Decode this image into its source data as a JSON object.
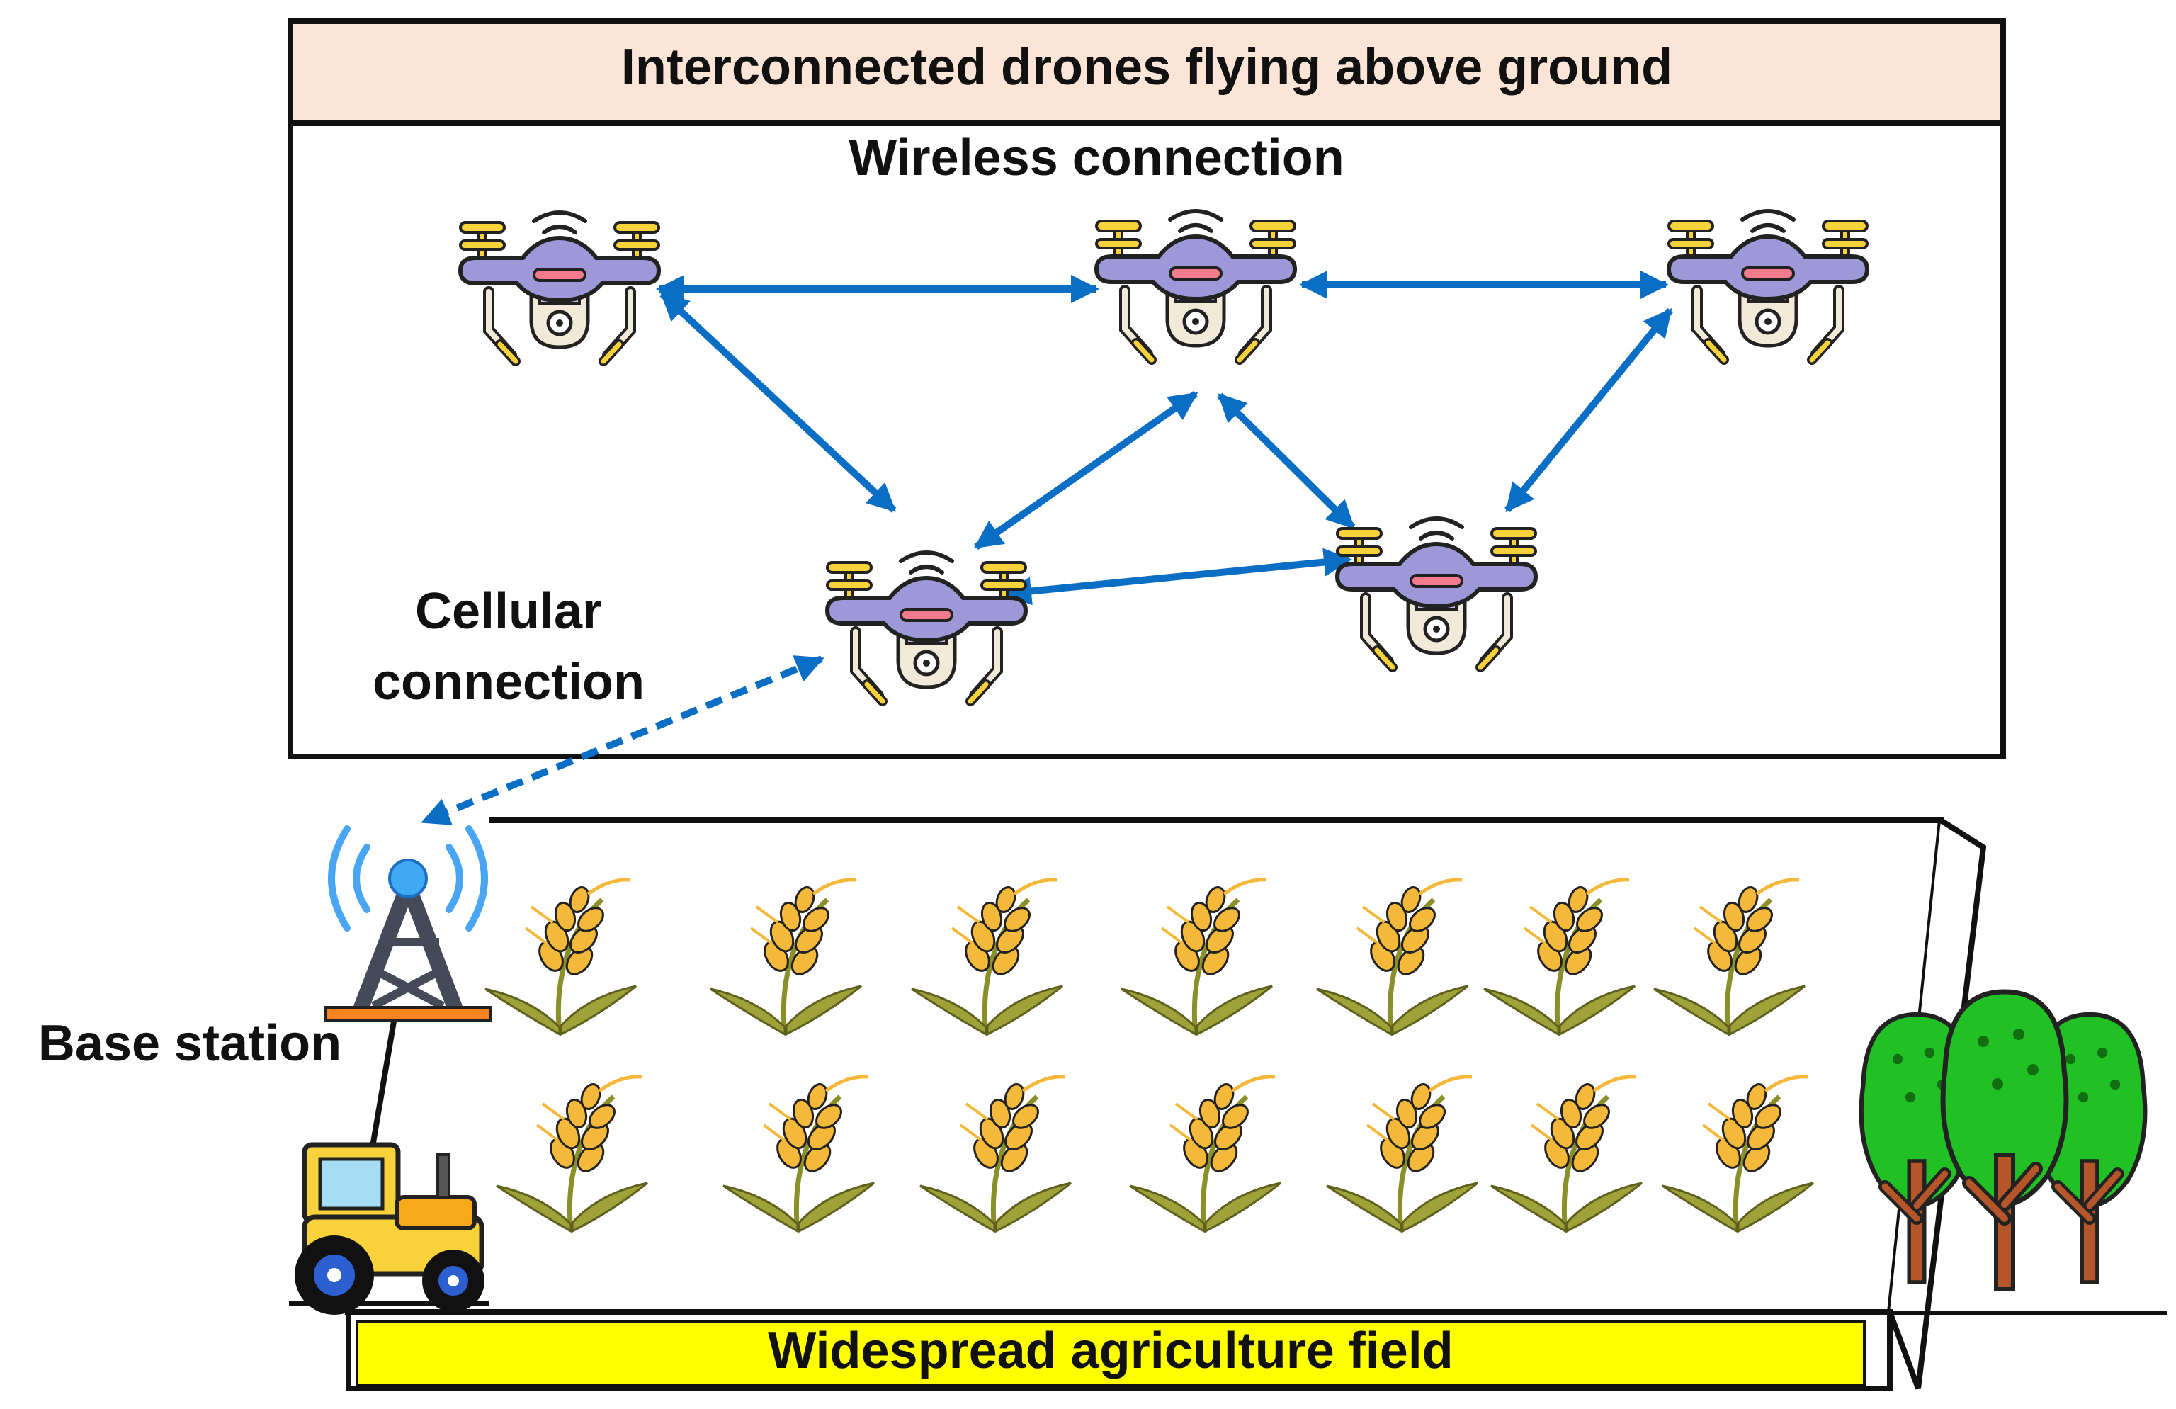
{
  "drone_area": {
    "title": "Interconnected drones flying above ground",
    "wireless_label": "Wireless connection",
    "cellular_label_line1": "Cellular",
    "cellular_label_line2": "connection",
    "colors": {
      "title_band": "#fce4d6",
      "arrow": "#0b6ec5"
    }
  },
  "ground": {
    "base_station_label": "Base station",
    "field_label": "Widespread agriculture field",
    "colors": {
      "field_band": "#ffff00",
      "tree_canopy": "#21c024",
      "tree_trunk": "#b5562a",
      "crop": "#f4b93a"
    }
  },
  "icons": [
    "drone-icon",
    "antenna-tower-icon",
    "wheat-icon",
    "tractor-icon",
    "tree-icon"
  ]
}
